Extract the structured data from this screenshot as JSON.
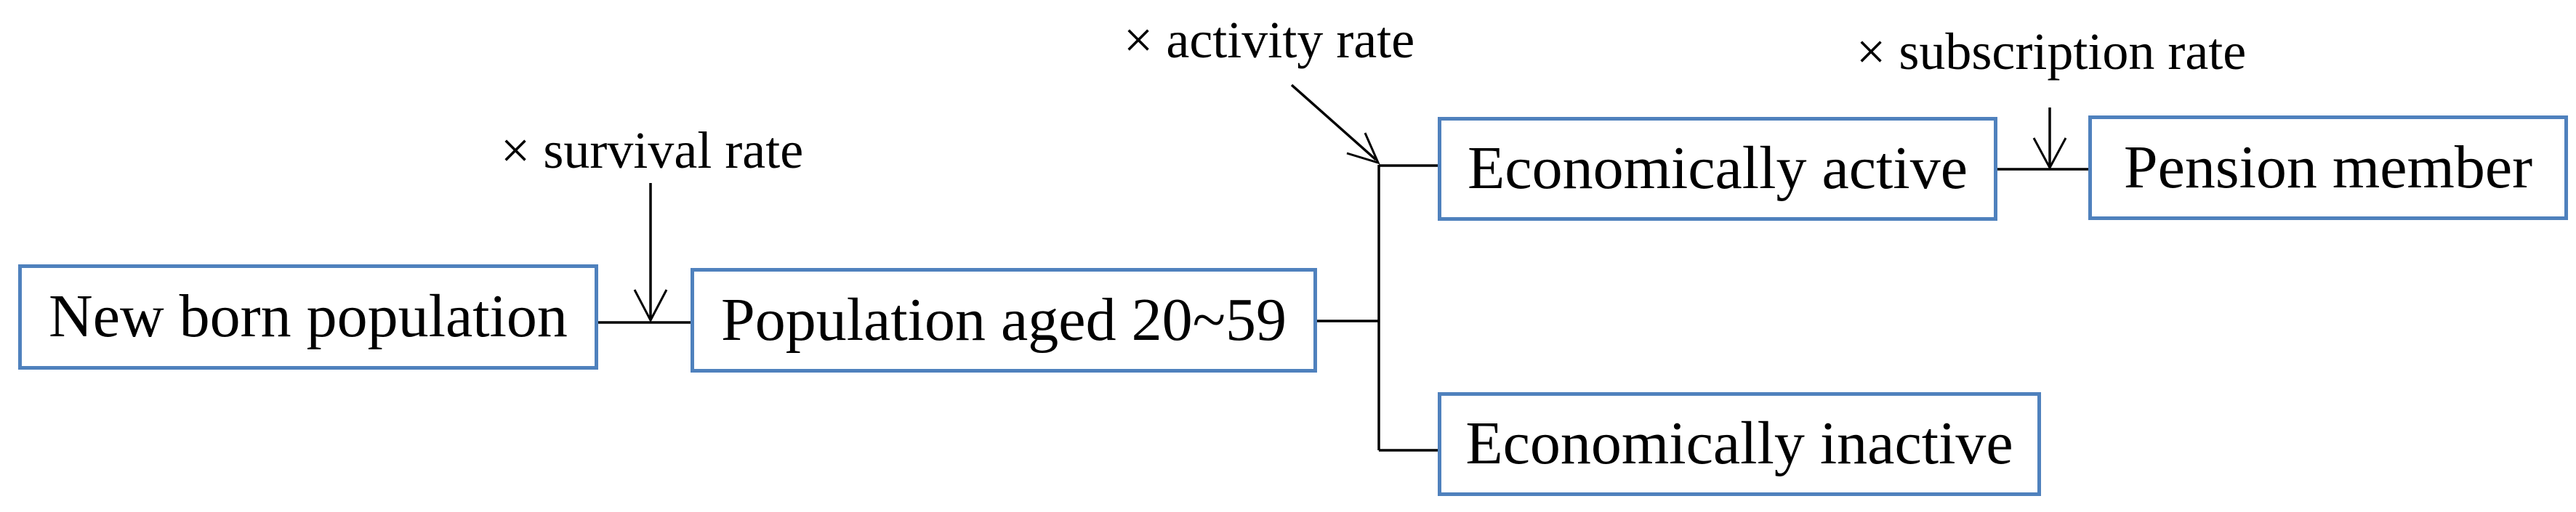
{
  "diagram": {
    "colors": {
      "box_border": "#4f81bd",
      "line": "#000000",
      "text": "#000000",
      "background": "#ffffff"
    },
    "nodes": {
      "new_born": {
        "label": "New born population"
      },
      "aged_20_59": {
        "label": "Population aged 20~59"
      },
      "econ_active": {
        "label": "Economically active"
      },
      "pension_member": {
        "label": "Pension member"
      },
      "econ_inactive": {
        "label": "Economically inactive"
      }
    },
    "rate_labels": {
      "survival": {
        "label": "× survival rate"
      },
      "activity": {
        "label": "× activity rate"
      },
      "subscription": {
        "label": "× subscription rate"
      }
    }
  }
}
